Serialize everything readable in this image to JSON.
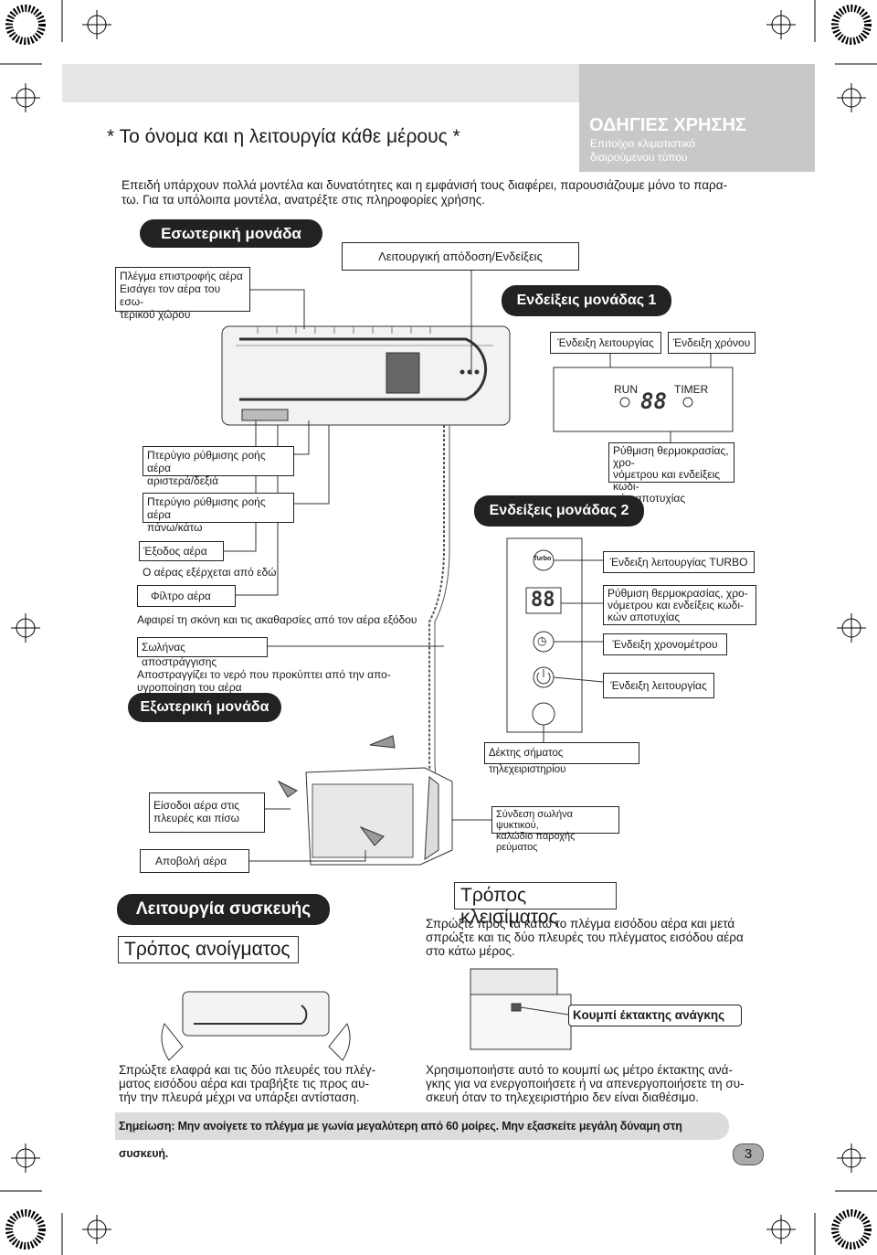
{
  "header": {
    "title": "* Το όνομα και η λειτουργία κάθε μέρους *",
    "manual_title": "ΟΔΗΓΙΕΣ ΧΡΗΣΗΣ",
    "manual_subtitle_1": "Επιτοίχιο κλιματιστικό",
    "manual_subtitle_2": "διαιρούμενου τύπου"
  },
  "intro": {
    "line1": "Επειδή υπάρχουν πολλά μοντέλα και δυνατότητες και η εμφάνισή τους διαφέρει, παρουσιάζουμε μόνο το παρα-",
    "line2": "τω. Για τα υπόλοιπα μοντέλα, ανατρέξτε στις πληροφορίες χρήσης."
  },
  "indoor": {
    "heading": "Εσωτερική μονάδα",
    "return_grille": [
      "Πλέγμα επιστροφής αέρα",
      "Εισάγει τον αέρα του εσω-",
      "τερικού χώρου"
    ],
    "operation_display": "Λειτουργική απόδοση/Ενδείξεις",
    "louver_lr": [
      "Πτερύγιο ρύθμισης ροής αέρα",
      "αριστερά/δεξιά"
    ],
    "louver_ud": [
      "Πτερύγιο ρύθμισης ροής αέρα",
      "πάνω/κάτω"
    ],
    "air_outlet": "Έξοδος αέρα",
    "air_outlet_desc": "Ο αέρας εξέρχεται από εδώ",
    "air_filter": "Φίλτρο αέρα",
    "air_filter_desc": "Αφαιρεί τη σκόνη και τις ακαθαρσίες από τον αέρα εξόδου",
    "drain_pipe": "Σωλήνας αποστράγγισης",
    "drain_desc": [
      "Αποστραγγίζει το νερό που προκύπτει από την απο-",
      "υγροποίηση του αέρα"
    ]
  },
  "display1": {
    "heading": "Ενδείξεις μονάδας 1",
    "operation_indicator": "Ένδειξη λειτουργίας",
    "timer_indicator": "Ένδειξη χρόνου",
    "run_label": "RUN",
    "timer_label": "TIMER",
    "digits": "88",
    "temp_setting": [
      "Ρύθμιση θερμοκρασίας, χρο-",
      "νόμετρου και ενδείξεις κωδι-",
      "κών αποτυχίας"
    ]
  },
  "display2": {
    "heading": "Ενδείξεις μονάδας 2",
    "turbo_icon_text": "Turbo",
    "turbo_indicator": "Ένδειξη λειτουργίας TURBO",
    "digits": "88",
    "temp_setting": [
      "Ρύθμιση θερμοκρασίας, χρο-",
      "νόμετρου και ενδείξεις κωδι-",
      "κών αποτυχίας"
    ],
    "timer_indicator": "Ένδειξη χρονομέτρου",
    "operation_indicator": "Ένδειξη λειτουργίας",
    "remote_receiver": "Δέκτης σήματος τηλεχειριστηρίου"
  },
  "outdoor": {
    "heading": "Εξωτερική μονάδα",
    "air_inlet": [
      "Είσοδοι αέρα στις",
      "πλευρές και πίσω"
    ],
    "air_discharge": "Αποβολή αέρα",
    "pipe_connection": [
      "Σύνδεση σωλήνα ψυκτικού,",
      "καλώδιο παροχής ρεύματος"
    ]
  },
  "operation": {
    "heading": "Λειτουργία συσκευής",
    "open_title": "Τρόπος ανοίγματος",
    "open_desc": [
      "Σπρώξτε ελαφρά και τις δύο πλευρές του πλέγ-",
      "ματος εισόδου αέρα και τραβήξτε τις προς αυ-",
      "τήν την πλευρά μέχρι να υπάρξει αντίσταση."
    ],
    "close_title": "Τρόπος κλεισίματος",
    "close_desc": [
      "Σπρώξτε προς τα κάτω το πλέγμα εισόδου αέρα και μετά",
      "σπρώξτε και τις δύο πλευρές του πλέγματος εισόδου αέρα",
      "στο κάτω μέρος."
    ],
    "emergency_button": "Κουμπί έκτακτης ανάγκης",
    "emergency_desc": [
      "Χρησιμοποιήστε αυτό το κουμπί ως μέτρο έκτακτης ανά-",
      "γκης για να ενεργοποιήσετε ή να απενεργοποιήσετε τη συ-",
      "σκευή όταν το τηλεχειριστήριο δεν είναι διαθέσιμο."
    ]
  },
  "note": "Σημείωση: Μην ανοίγετε το πλέγμα με γωνία μεγαλύτερη από 60 μοίρες. Μην εξασκείτε μεγάλη δύναμη στη συσκευή.",
  "page_number": "3",
  "colors": {
    "dark": "#222222",
    "header_band": "#e6e6e6",
    "header_box": "#c8c8c8",
    "note_bg": "#dcdcdc"
  }
}
